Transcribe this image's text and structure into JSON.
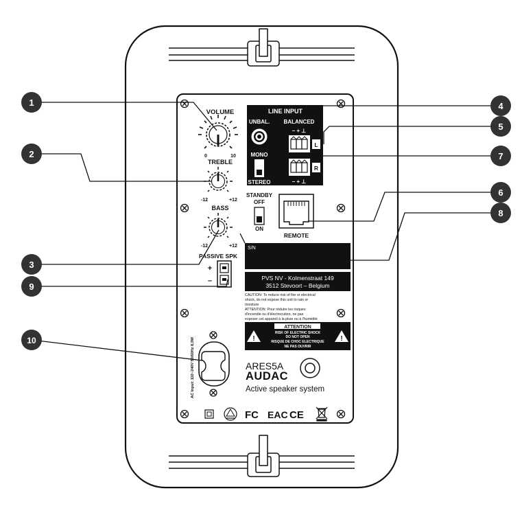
{
  "callouts": [
    {
      "n": "1"
    },
    {
      "n": "2"
    },
    {
      "n": "3"
    },
    {
      "n": "4"
    },
    {
      "n": "5"
    },
    {
      "n": "6"
    },
    {
      "n": "7"
    },
    {
      "n": "8"
    },
    {
      "n": "9"
    },
    {
      "n": "10"
    }
  ],
  "panel": {
    "volume": "VOLUME",
    "volume_min": "0",
    "volume_max": "10",
    "treble": "TREBLE",
    "treble_min": "-12",
    "treble_max": "+12",
    "bass": "BASS",
    "bass_min": "-12",
    "bass_max": "+12",
    "passive_spk": "PASSIVE SPK",
    "plus": "+",
    "minus": "–",
    "line_input": "LINE INPUT",
    "unbal": "UNBAL.",
    "balanced": "BALANCED",
    "pins_top": "–  +  ⊥",
    "pins_bottom": "–  +  ⊥",
    "ch_left": "L",
    "ch_right": "R",
    "mono": "MONO",
    "stereo": "STEREO",
    "standby": "STANDBY",
    "off": "OFF",
    "on": "ON",
    "remote": "REMOTE",
    "serial": "S/N",
    "address_1": "PVS NV - Kolmenstraat 149",
    "address_2": "3512 Stevoort   –   Belgium",
    "caution_en_1": "CAUTION: To reduce risk of fire or electrical",
    "caution_en_2": "shock, do not expose this unit to rain or",
    "caution_en_3": "moisture",
    "caution_fr_1": "ATTENTION: Pour réduire les risques",
    "caution_fr_2": "d'incendie ou d'électrocution, ne pas",
    "caution_fr_3": "exposer cet appareil à la pluie ou à l'humidité",
    "attention": "ATTENTION",
    "shock_1": "RISK OF ELECTRIC SHOCK",
    "shock_2": "DO NOT OPEN",
    "shock_3": "RISQUE DE CHOC ELECTRIQUE",
    "shock_4": "NE PAS OUVRIR",
    "model": "ARES5A",
    "brand": "AUDAC",
    "product_type": "Active speaker system",
    "ac_input": "AC Input: 110~240V 50/60Hz 8,3W",
    "cert_fc": "FC",
    "cert_eac": "EAC",
    "cert_ce": "CE"
  },
  "colors": {
    "callout_fill": "#333333",
    "line": "#111111",
    "black_block": "#111111"
  }
}
